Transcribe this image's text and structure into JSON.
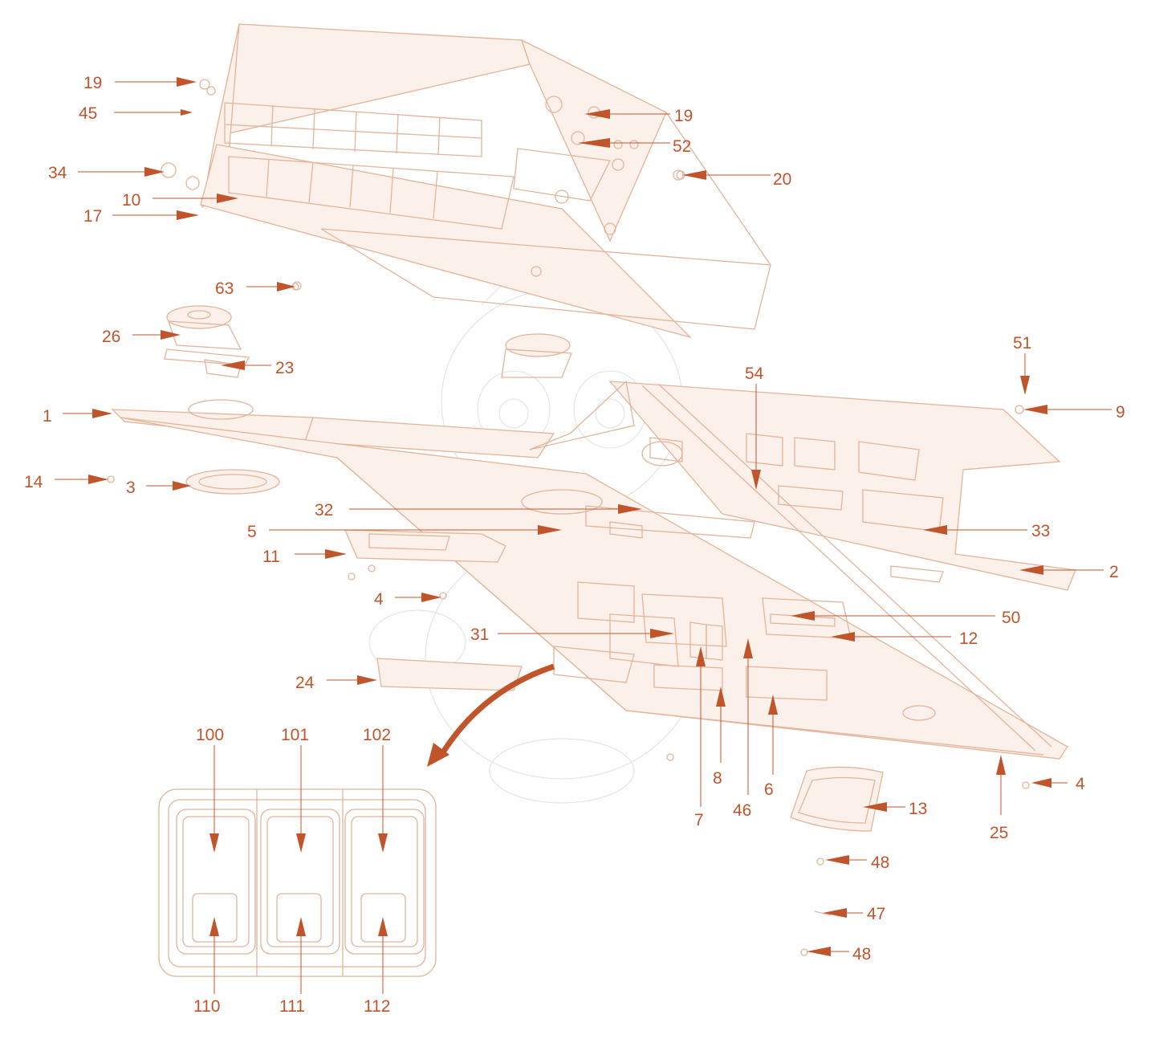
{
  "accent_color": "#c0552c",
  "line_color": "#e3b49a",
  "callouts": [
    {
      "id": "c19a",
      "text": "19"
    },
    {
      "id": "c45",
      "text": "45"
    },
    {
      "id": "c34",
      "text": "34"
    },
    {
      "id": "c10",
      "text": "10"
    },
    {
      "id": "c17",
      "text": "17"
    },
    {
      "id": "c19b",
      "text": "19"
    },
    {
      "id": "c52",
      "text": "52"
    },
    {
      "id": "c20",
      "text": "20"
    },
    {
      "id": "c63",
      "text": "63"
    },
    {
      "id": "c26",
      "text": "26"
    },
    {
      "id": "c23",
      "text": "23"
    },
    {
      "id": "c1",
      "text": "1"
    },
    {
      "id": "c51",
      "text": "51"
    },
    {
      "id": "c9",
      "text": "9"
    },
    {
      "id": "c54",
      "text": "54"
    },
    {
      "id": "c14",
      "text": "14"
    },
    {
      "id": "c3",
      "text": "3"
    },
    {
      "id": "c32",
      "text": "32"
    },
    {
      "id": "c5",
      "text": "5"
    },
    {
      "id": "c11",
      "text": "11"
    },
    {
      "id": "c33",
      "text": "33"
    },
    {
      "id": "c2",
      "text": "2"
    },
    {
      "id": "c4a",
      "text": "4"
    },
    {
      "id": "c50",
      "text": "50"
    },
    {
      "id": "c31",
      "text": "31"
    },
    {
      "id": "c12",
      "text": "12"
    },
    {
      "id": "c24",
      "text": "24"
    },
    {
      "id": "c8",
      "text": "8"
    },
    {
      "id": "c6",
      "text": "6"
    },
    {
      "id": "c7",
      "text": "7"
    },
    {
      "id": "c46",
      "text": "46"
    },
    {
      "id": "c4b",
      "text": "4"
    },
    {
      "id": "c13",
      "text": "13"
    },
    {
      "id": "c25",
      "text": "25"
    },
    {
      "id": "c48a",
      "text": "48"
    },
    {
      "id": "c47",
      "text": "47"
    },
    {
      "id": "c48b",
      "text": "48"
    },
    {
      "id": "c100",
      "text": "100"
    },
    {
      "id": "c101",
      "text": "101"
    },
    {
      "id": "c102",
      "text": "102"
    },
    {
      "id": "c110",
      "text": "110"
    },
    {
      "id": "c111",
      "text": "111"
    },
    {
      "id": "c112",
      "text": "112"
    }
  ]
}
